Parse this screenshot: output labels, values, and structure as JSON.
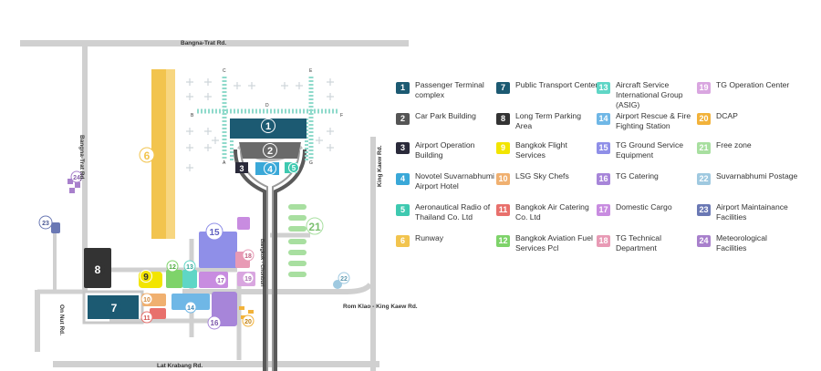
{
  "roads": {
    "top": "Bangna-Trat Rd.",
    "left_vertical": "Bangna-Trat Rd.",
    "on_nut": "On Nut Rd.",
    "king_kaew": "King Kaew Rd.",
    "rom_klao": "Rom Klao - King Kaew Rd.",
    "lat_krabang": "Lat Krabang Rd.",
    "bangkok_chonburi": "Bangkok - Chonburi"
  },
  "taxiway_letters": {
    "c": "C",
    "e": "E",
    "d": "D",
    "b": "B",
    "f": "F",
    "a": "A",
    "g": "G"
  },
  "map_numbers": {
    "n1": "1",
    "n2": "2",
    "n3": "3",
    "n4": "4",
    "n5": "5",
    "n6": "6",
    "n7": "7",
    "n8": "8",
    "n9": "9",
    "n10": "10",
    "n11": "11",
    "n12": "12",
    "n13": "13",
    "n14": "14",
    "n15": "15",
    "n16": "16",
    "n17": "17",
    "n18": "18",
    "n19": "19",
    "n20": "20",
    "n21": "21",
    "n22": "22",
    "n23": "23",
    "n24": "24"
  },
  "legend": [
    {
      "num": "1",
      "label": "Passenger Terminal complex",
      "color": "#1c5a72"
    },
    {
      "num": "2",
      "label": "Car Park Building",
      "color": "#555555"
    },
    {
      "num": "3",
      "label": "Airport Operation Building",
      "color": "#2a2a3a"
    },
    {
      "num": "4",
      "label": "Novotel Suvarnabhumi Airport Hotel",
      "color": "#3aa8d8"
    },
    {
      "num": "5",
      "label": "Aeronautical Radio of Thailand Co. Ltd",
      "color": "#3ec9b0"
    },
    {
      "num": "6",
      "label": "Runway",
      "color": "#f2c44e"
    },
    {
      "num": "7",
      "label": "Public Transport Center",
      "color": "#1c5a72"
    },
    {
      "num": "8",
      "label": "Long Term Parking Area",
      "color": "#333333"
    },
    {
      "num": "9",
      "label": "Bangkok Flight Services",
      "color": "#f2e500"
    },
    {
      "num": "10",
      "label": "LSG Sky Chefs",
      "color": "#f0b070"
    },
    {
      "num": "11",
      "label": "Bangkok Air Catering Co. Ltd",
      "color": "#e8706c"
    },
    {
      "num": "12",
      "label": "Bangkok Aviation Fuel Services Pcl",
      "color": "#7ed36a"
    },
    {
      "num": "13",
      "label": "Aircraft Service International Group (ASIG)",
      "color": "#5fd6c6"
    },
    {
      "num": "14",
      "label": "Airport Rescue & Fire Fighting Station",
      "color": "#6fb7e6"
    },
    {
      "num": "15",
      "label": "TG Ground Service Equipment",
      "color": "#8f8fe8"
    },
    {
      "num": "16",
      "label": "TG Catering",
      "color": "#a785d9"
    },
    {
      "num": "17",
      "label": "Domestic Cargo",
      "color": "#c88ce0"
    },
    {
      "num": "18",
      "label": "TG Technical Department",
      "color": "#e89ab5"
    },
    {
      "num": "19",
      "label": "TG Operation Center",
      "color": "#d9a6e0"
    },
    {
      "num": "20",
      "label": "DCAP",
      "color": "#f2b23a"
    },
    {
      "num": "21",
      "label": "Free zone",
      "color": "#a8dfa0"
    },
    {
      "num": "22",
      "label": "Suvarnabhumi Postage",
      "color": "#9fc9e0"
    },
    {
      "num": "23",
      "label": "Airport Maintainance Facilities",
      "color": "#6a78b4"
    },
    {
      "num": "24",
      "label": "Meteorological Facilities",
      "color": "#a880cc"
    }
  ]
}
